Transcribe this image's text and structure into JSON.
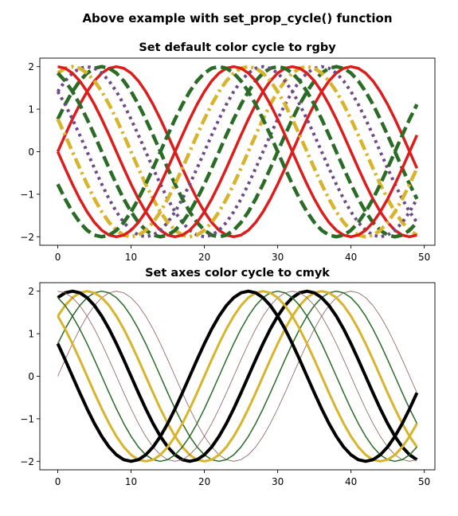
{
  "figure": {
    "suptitle": "Above example with set_prop_cycle() function"
  },
  "chart_data": [
    {
      "type": "line",
      "title": "Set default color cycle to rgby",
      "xlabel": "",
      "ylabel": "",
      "xlim": [
        -2.45,
        51.45
      ],
      "ylim": [
        -2.2,
        2.2
      ],
      "xticks": [
        0,
        10,
        20,
        30,
        40,
        50
      ],
      "yticks": [
        -2,
        -1,
        0,
        1,
        2
      ],
      "grid": false,
      "legend": "none",
      "x": "integers 0..49",
      "series_formula": "y = 2*sin(pi*x/16 + phase)",
      "series": [
        {
          "phase": 0.0,
          "color": "#dd1c1c",
          "style": "solid",
          "width": 3.5
        },
        {
          "phase": 0.3927,
          "color": "#2a6b26",
          "style": "dashed",
          "width": 4.5
        },
        {
          "phase": 0.7854,
          "color": "#6e4a86",
          "style": "dotted",
          "width": 4.0
        },
        {
          "phase": 1.1781,
          "color": "#d8b42c",
          "style": "dashdot",
          "width": 4.5
        },
        {
          "phase": 1.5708,
          "color": "#dd1c1c",
          "style": "solid",
          "width": 3.5
        },
        {
          "phase": 1.9635,
          "color": "#2a6b26",
          "style": "dashed",
          "width": 4.5
        },
        {
          "phase": 2.3562,
          "color": "#6e4a86",
          "style": "dotted",
          "width": 4.0
        },
        {
          "phase": 2.7489,
          "color": "#d8b42c",
          "style": "dashdot",
          "width": 4.5
        },
        {
          "phase": 3.1416,
          "color": "#dd1c1c",
          "style": "solid",
          "width": 3.5
        },
        {
          "phase": 3.5343,
          "color": "#2a6b26",
          "style": "dashed",
          "width": 4.5
        }
      ]
    },
    {
      "type": "line",
      "title": "Set axes color cycle to cmyk",
      "xlabel": "",
      "ylabel": "",
      "xlim": [
        -2.45,
        51.45
      ],
      "ylim": [
        -2.2,
        2.2
      ],
      "xticks": [
        0,
        10,
        20,
        30,
        40,
        50
      ],
      "yticks": [
        -2,
        -1,
        0,
        1,
        2
      ],
      "grid": false,
      "legend": "none",
      "x": "integers 0..49",
      "series_formula": "y = 2*sin(pi*x/16 + phase)",
      "series": [
        {
          "phase": 0.0,
          "color": "#8a5a5a",
          "style": "solid",
          "width": 0.8
        },
        {
          "phase": 0.3927,
          "color": "#2a6b26",
          "style": "solid",
          "width": 1.5
        },
        {
          "phase": 0.7854,
          "color": "#d8b42c",
          "style": "solid",
          "width": 3.0
        },
        {
          "phase": 1.1781,
          "color": "#000000",
          "style": "solid",
          "width": 4.0
        },
        {
          "phase": 1.5708,
          "color": "#8a5a5a",
          "style": "solid",
          "width": 0.8
        },
        {
          "phase": 1.9635,
          "color": "#2a6b26",
          "style": "solid",
          "width": 1.5
        },
        {
          "phase": 2.3562,
          "color": "#d8b42c",
          "style": "solid",
          "width": 3.0
        },
        {
          "phase": 2.7489,
          "color": "#000000",
          "style": "solid",
          "width": 4.0
        }
      ]
    }
  ]
}
